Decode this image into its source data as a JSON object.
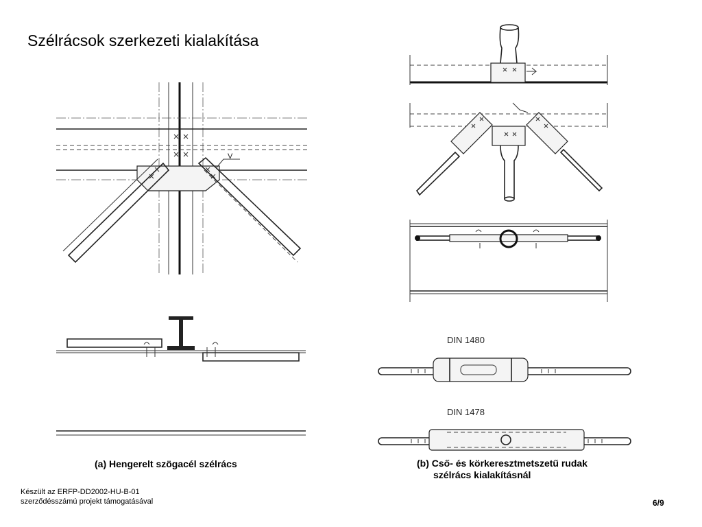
{
  "title": "Szélrácsok szerkezeti kialakítása",
  "captions": {
    "a": "(a) Hengerelt szögacél szélrács",
    "b_line1": "(b) Cső- és körkeresztmetszetű rudak",
    "b_line2": "szélrács kialakításnál"
  },
  "drawing_labels": {
    "weld": "V",
    "din_1480": "DIN 1480",
    "din_1478": "DIN 1478"
  },
  "footer": {
    "line1": "Készült az ERFP-DD2002-HU-B-01",
    "line2": "szerződésszámú projekt támogatásával"
  },
  "page_number": "6/9"
}
